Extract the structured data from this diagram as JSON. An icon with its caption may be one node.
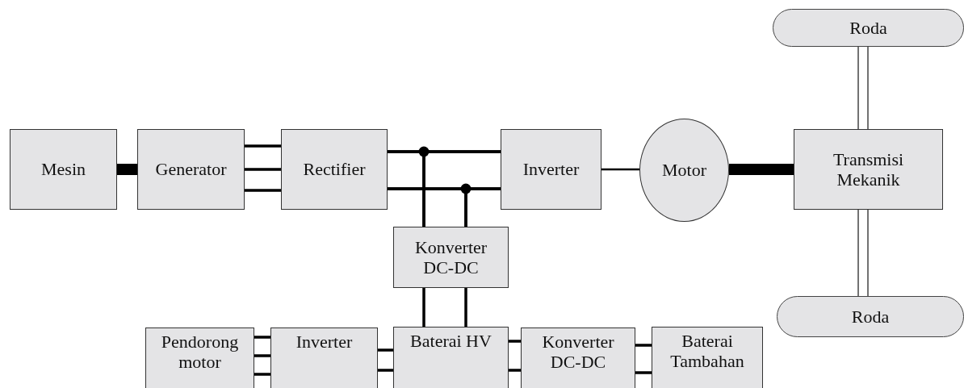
{
  "diagram": {
    "nodes": [
      {
        "text": [
          "Roda"
        ]
      },
      {
        "text": [
          "Mesin"
        ]
      },
      {
        "text": [
          "Generator"
        ]
      },
      {
        "text": [
          "Rectifier"
        ]
      },
      {
        "text": [
          "Inverter"
        ]
      },
      {
        "text": [
          "Motor"
        ]
      },
      {
        "text": [
          "Transmisi Mekanik"
        ]
      },
      {
        "text": [
          "Konverter DC-DC"
        ]
      },
      {
        "text": [
          "Roda"
        ]
      },
      {
        "text": [
          "Pendorong motor"
        ]
      },
      {
        "text": [
          "Inverter"
        ]
      },
      {
        "text": [
          "Baterai HV"
        ]
      },
      {
        "text": [
          "Konverter DC-DC"
        ]
      },
      {
        "text": [
          "Baterai Tambahan"
        ]
      }
    ],
    "edges": [
      {
        "from": 1,
        "to": 2,
        "arrow": "none",
        "style": "thick"
      },
      {
        "from": 2,
        "to": 3,
        "arrow": "none"
      },
      {
        "from": 3,
        "to": 4,
        "arrow": "none"
      },
      {
        "from": 3,
        "to": 7,
        "arrow": "none"
      },
      {
        "from": 7,
        "to": 4,
        "arrow": "none"
      },
      {
        "from": 4,
        "to": 5,
        "arrow": "none"
      },
      {
        "from": 5,
        "to": 6,
        "arrow": "none",
        "style": "thick"
      },
      {
        "from": 6,
        "to": 0,
        "arrow": "none"
      },
      {
        "from": 6,
        "to": 8,
        "arrow": "none"
      },
      {
        "from": 7,
        "to": 11,
        "arrow": "none"
      },
      {
        "from": 9,
        "to": 10,
        "arrow": "none"
      },
      {
        "from": 10,
        "to": 11,
        "arrow": "none"
      },
      {
        "from": 11,
        "to": 12,
        "arrow": "none"
      },
      {
        "from": 12,
        "to": 13,
        "arrow": "none"
      }
    ]
  }
}
